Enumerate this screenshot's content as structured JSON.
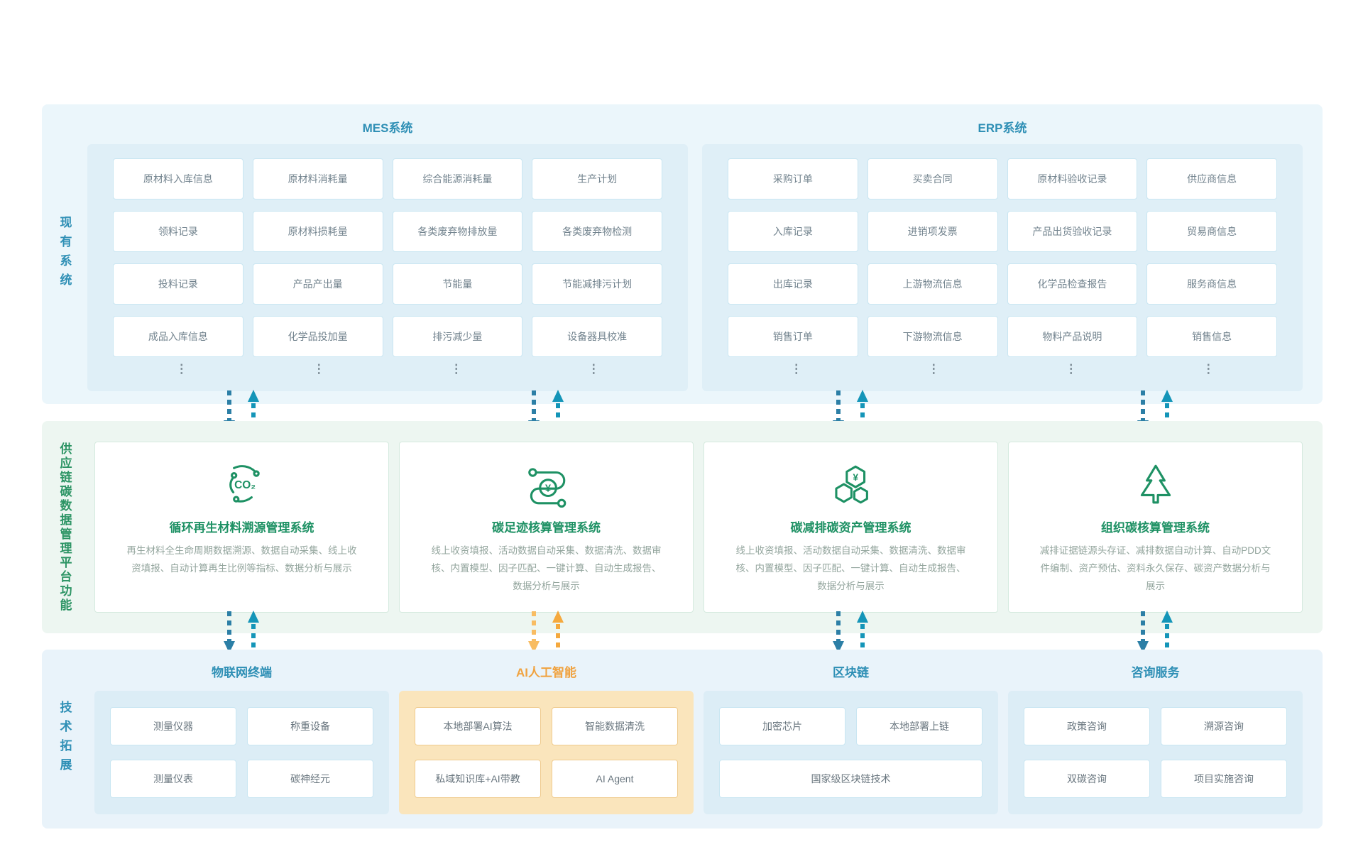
{
  "existing": {
    "rail_label": "现有系统",
    "ellipsis": "⋮",
    "groups": [
      {
        "title": "MES系统",
        "cells": [
          "原材料入库信息",
          "原材料消耗量",
          "综合能源消耗量",
          "生产计划",
          "领料记录",
          "原材料损耗量",
          "各类废弃物排放量",
          "各类废弃物检测",
          "投料记录",
          "产品产出量",
          "节能量",
          "节能减排污计划",
          "成品入库信息",
          "化学品投加量",
          "排污减少量",
          "设备器具校准"
        ]
      },
      {
        "title": "ERP系统",
        "cells": [
          "采购订单",
          "买卖合同",
          "原材料验收记录",
          "供应商信息",
          "入库记录",
          "进销项发票",
          "产品出货验收记录",
          "贸易商信息",
          "出库记录",
          "上游物流信息",
          "化学品检查报告",
          "服务商信息",
          "销售订单",
          "下游物流信息",
          "物料产品说明",
          "销售信息"
        ]
      }
    ]
  },
  "platform": {
    "rail_label": "供应链碳数据管理平台功能",
    "cards": [
      {
        "icon": "co2-recycle-icon",
        "title": "循环再生材料溯源管理系统",
        "desc": "再生材料全生命周期数据溯源、数据自动采集、线上收资填报、自动计算再生比例等指标、数据分析与展示"
      },
      {
        "icon": "carbon-footprint-icon",
        "title": "碳足迹核算管理系统",
        "desc": "线上收资填报、活动数据自动采集、数据清洗、数据审核、内置模型、因子匹配、一键计算、自动生成报告、数据分析与展示"
      },
      {
        "icon": "carbon-asset-hexagons-icon",
        "title": "碳减排碳资产管理系统",
        "desc": "线上收资填报、活动数据自动采集、数据清洗、数据审核、内置模型、因子匹配、一键计算、自动生成报告、数据分析与展示"
      },
      {
        "icon": "organization-carbon-tree-icon",
        "title": "组织碳核算管理系统",
        "desc": "减排证据链源头存证、减排数据自动计算、自动PDD文件编制、资产预估、资料永久保存、碳资产数据分析与展示"
      }
    ]
  },
  "tech": {
    "rail_label": "技术拓展",
    "sections": [
      {
        "title": "物联网终端",
        "theme": "blue",
        "boxes": [
          "测量仪器",
          "称重设备",
          "测量仪表",
          "碳神经元"
        ]
      },
      {
        "title": "AI人工智能",
        "theme": "orange",
        "boxes": [
          "本地部署AI算法",
          "智能数据清洗",
          "私域知识库+AI带教",
          "AI Agent"
        ]
      },
      {
        "title": "区块链",
        "theme": "blue",
        "boxes": [
          "加密芯片",
          "本地部署上链",
          "国家级区块链技术"
        ]
      },
      {
        "title": "咨询服务",
        "theme": "blue",
        "boxes": [
          "政策咨询",
          "溯源咨询",
          "双碳咨询",
          "项目实施咨询"
        ]
      }
    ]
  },
  "colors": {
    "teal_heading": "#2E8FB5",
    "green_heading": "#1E9164",
    "orange_heading": "#F0A23F",
    "arrow_down_teal": "#2C7FA6",
    "arrow_up_teal": "#1495B8",
    "arrow_down_orange": "#F8BC62",
    "arrow_up_orange": "#F5A93E",
    "band_top_bg": "#EBF6FB",
    "band_mid_bg": "#EDF6F1",
    "band_bottom_bg": "#E9F3FA",
    "inner_container_bg": "#DFEFF7",
    "ai_container_bg": "#FAE5BC"
  }
}
